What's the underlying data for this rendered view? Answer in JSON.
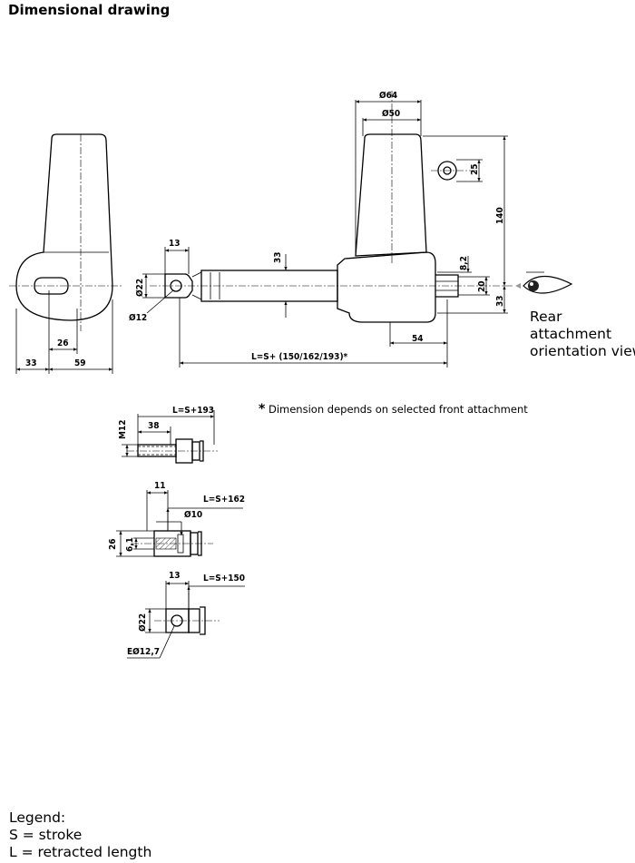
{
  "title": "Dimensional drawing",
  "main_view": {
    "dim_d64": "Ø64",
    "dim_d50": "Ø50",
    "dim_25": "25",
    "dim_140": "140",
    "dim_8_2": "8,2",
    "dim_20": "20",
    "dim_33_right": "33",
    "dim_33_top": "33",
    "dim_13": "13",
    "dim_d22": "Ø22",
    "dim_d12": "Ø12",
    "dim_length": "L=S+ (150/162/193)*",
    "dim_54": "54"
  },
  "side_view": {
    "dim_26": "26",
    "dim_33": "33",
    "dim_59": "59"
  },
  "eye_caption": [
    "Rear",
    "attachment",
    "orientation view."
  ],
  "footnote": {
    "marker": "*",
    "text": "Dimension depends on selected front attachment"
  },
  "attachments": {
    "threaded": {
      "length": "L=S+193",
      "thread": "M12",
      "dim_38": "38"
    },
    "clevis": {
      "dim_11": "11",
      "length": "L=S+162",
      "dim_d10": "Ø10",
      "dim_26": "26",
      "dim_6_1": "6,1"
    },
    "eye": {
      "dim_13": "13",
      "length": "L=S+150",
      "dim_d22": "Ø22",
      "dim_e": "EØ12,7"
    }
  },
  "legend": {
    "heading": "Legend:",
    "items": [
      "S = stroke",
      "L = retracted length"
    ]
  }
}
